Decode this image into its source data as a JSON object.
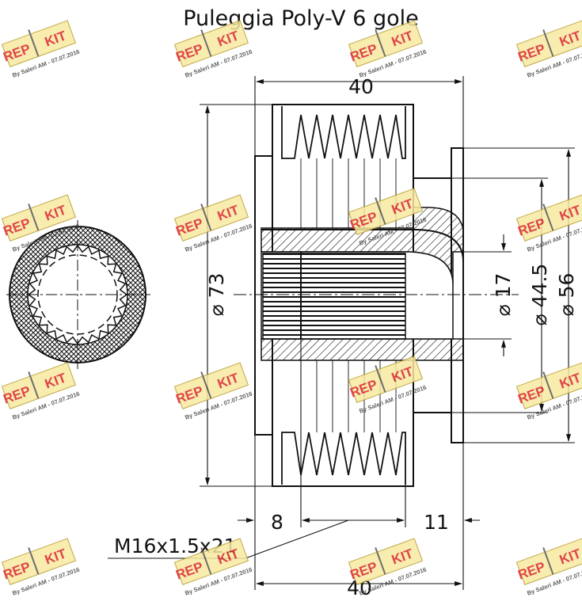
{
  "title": "Puleggia Poly-V 6 gole",
  "dimensions": {
    "overall_width_top": "40",
    "overall_width_bottom": "40",
    "pulley_diameter": "⌀ 73",
    "bore_diameter": "⌀ 17",
    "hub_diameter": "⌀ 44.5",
    "flange_diameter": "⌀ 56",
    "left_offset": "8",
    "right_offset": "11",
    "thread_spec": "M16x1.5x21"
  },
  "watermark": {
    "logo_left": "REP",
    "logo_right": "KIT",
    "credit": "By Saleri AM - 07.07.2016"
  },
  "colors": {
    "line": "#111111",
    "hatch_fill": "#ffffff",
    "logo_fill": "#f7e9a0",
    "logo_text": "#d9262b",
    "credit_text": "#444444"
  }
}
